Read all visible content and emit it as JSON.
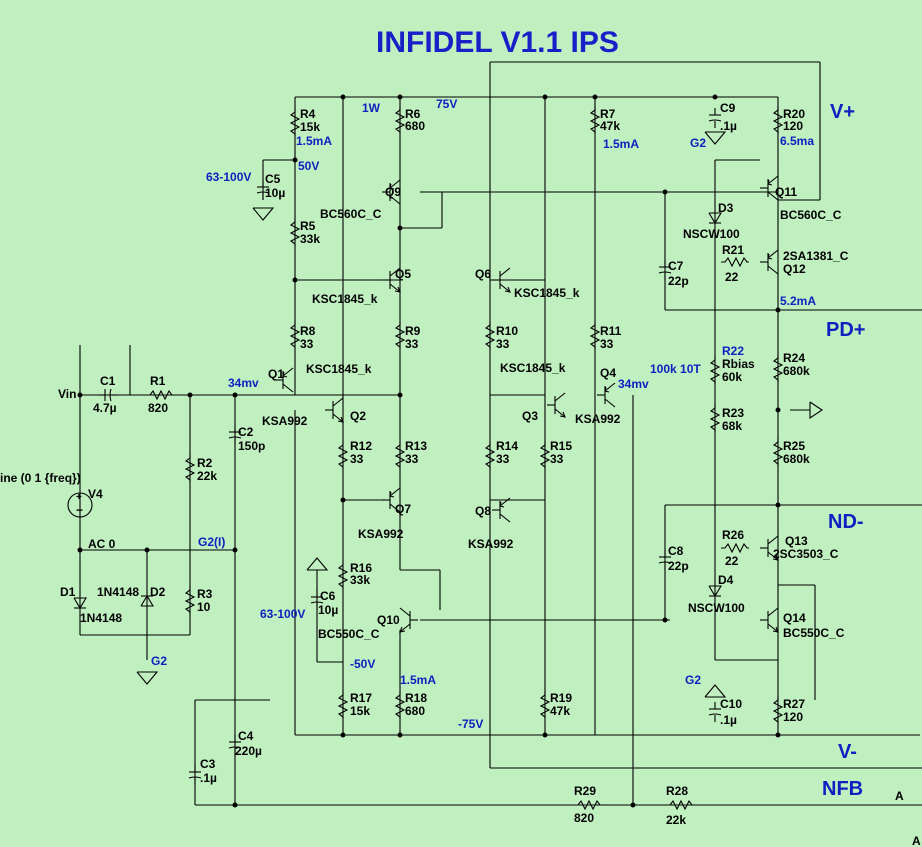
{
  "title": "INFIDEL V1.1 IPS",
  "nets": {
    "vplus": "V+",
    "vminus": "V-",
    "pdplus": "PD+",
    "ndminus": "ND-",
    "nfb": "NFB"
  },
  "annotations": {
    "v75": "75V",
    "w1": "1W",
    "v50": "50V",
    "v63_100_top": "63-100V",
    "v63_100_bot": "63-100V",
    "ma15_r4": "1.5mA",
    "ma15_r7": "1.5mA",
    "ma15_r18": "1.5mA",
    "ma65": "6.5ma",
    "ma52": "5.2mA",
    "mv34_left": "34mv",
    "mv34_right": "34mv",
    "v_minus50": "-50V",
    "v_minus75": "-75V",
    "k100_10t": "100k 10T",
    "r22_label": "R22"
  },
  "input": {
    "vin": "Vin",
    "source": "ine (0 1 {freq})",
    "v4": "V4",
    "ac": "AC 0",
    "g2i": "G2(I)",
    "g2_left": "G2"
  },
  "components": {
    "C1": [
      "C1",
      "4.7µ"
    ],
    "R1": [
      "R1",
      "820"
    ],
    "C2": [
      "C2",
      "150p"
    ],
    "R2": [
      "R2",
      "22k"
    ],
    "R3": [
      "R3",
      "10"
    ],
    "D1": [
      "D1",
      "1N4148"
    ],
    "D2": [
      "D2",
      "1N4148"
    ],
    "C3": [
      "C3",
      ".1µ"
    ],
    "C4": [
      "C4",
      "220µ"
    ],
    "R4": [
      "R4",
      "15k"
    ],
    "C5": [
      "C5",
      "10µ"
    ],
    "R5": [
      "R5",
      "33k"
    ],
    "R6": [
      "R6",
      "680"
    ],
    "Q9": [
      "Q9",
      "BC560C_C"
    ],
    "Q5": [
      "Q5",
      "KSC1845_k"
    ],
    "R8": [
      "R8",
      "33"
    ],
    "R9": [
      "R9",
      "33"
    ],
    "Q1": [
      "Q1",
      "KSA992"
    ],
    "Q2": [
      "Q2",
      "KSC1845_k"
    ],
    "R12": [
      "R12",
      "33"
    ],
    "R13": [
      "R13",
      "33"
    ],
    "Q7": [
      "Q7",
      "KSA992"
    ],
    "R16": [
      "R16",
      "33k"
    ],
    "C6": [
      "C6",
      "10µ"
    ],
    "Q10": [
      "Q10",
      "BC550C_C"
    ],
    "R17": [
      "R17",
      "15k"
    ],
    "R18": [
      "R18",
      "680"
    ],
    "Q6": [
      "Q6",
      "KSC1845_k"
    ],
    "R10": [
      "R10",
      "33"
    ],
    "R11": [
      "R11",
      "33"
    ],
    "R7": [
      "R7",
      "47k"
    ],
    "Q3": [
      "Q3",
      "KSC1845_k"
    ],
    "Q4": [
      "Q4",
      "KSA992"
    ],
    "R14": [
      "R14",
      "33"
    ],
    "R15": [
      "R15",
      "33"
    ],
    "Q8": [
      "Q8",
      "KSA992"
    ],
    "R19": [
      "R19",
      "47k"
    ],
    "C9": [
      "C9",
      ".1µ"
    ],
    "R20": [
      "R20",
      "120"
    ],
    "Q11": [
      "Q11",
      "BC560C_C"
    ],
    "D3": [
      "D3",
      "NSCW100"
    ],
    "R21": [
      "R21",
      "22"
    ],
    "Q12": [
      "Q12",
      "2SA1381_C"
    ],
    "C7": [
      "C7",
      "22p"
    ],
    "R22": [
      "Rbias",
      "60k"
    ],
    "R24": [
      "R24",
      "680k"
    ],
    "R23": [
      "R23",
      "68k"
    ],
    "R25": [
      "R25",
      "680k"
    ],
    "R26": [
      "R26",
      "22"
    ],
    "Q13": [
      "Q13",
      "2SC3503_C"
    ],
    "C8": [
      "C8",
      "22p"
    ],
    "D4": [
      "D4",
      "NSCW100"
    ],
    "Q14": [
      "Q14",
      "BC550C_C"
    ],
    "C10": [
      "C10",
      ".1µ"
    ],
    "R27": [
      "R27",
      "120"
    ],
    "R29": [
      "R29",
      "820"
    ],
    "R28": [
      "R28",
      "22k"
    ]
  },
  "grounds": {
    "g2_c9": "G2",
    "g2_c10": "G2"
  },
  "edge_labels": {
    "a1": "A",
    "a2": "A"
  }
}
